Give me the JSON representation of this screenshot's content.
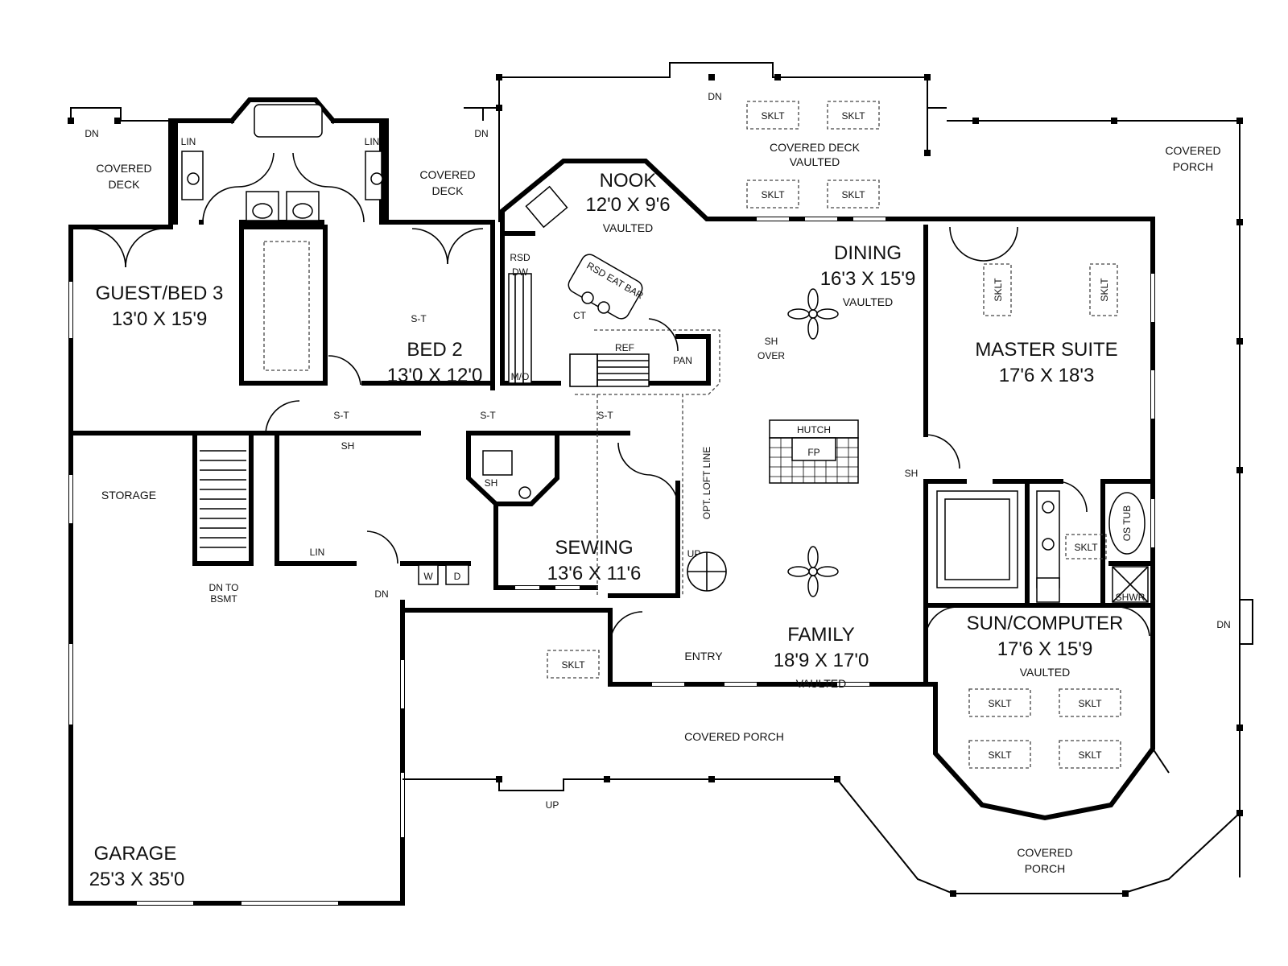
{
  "rooms": {
    "guest_bed3": {
      "name": "GUEST/BED 3",
      "dims": "13'0 X 15'9"
    },
    "bed2": {
      "name": "BED 2",
      "dims": "13'0 X 12'0"
    },
    "nook": {
      "name": "NOOK",
      "dims": "12'0 X 9'6",
      "note": "VAULTED"
    },
    "dining": {
      "name": "DINING",
      "dims": "16'3 X 15'9",
      "note": "VAULTED"
    },
    "master": {
      "name": "MASTER SUITE",
      "dims": "17'6 X 18'3"
    },
    "sewing": {
      "name": "SEWING",
      "dims": "13'6 X 11'6"
    },
    "family": {
      "name": "FAMILY",
      "dims": "18'9 X 17'0",
      "note": "VAULTED"
    },
    "sun": {
      "name": "SUN/COMPUTER",
      "dims": "17'6 X 15'9",
      "note": "VAULTED"
    },
    "garage": {
      "name": "GARAGE",
      "dims": "25'3 X 35'0"
    }
  },
  "labels": {
    "covered_deck": "COVERED DECK",
    "covered_deck_vaulted": "COVERED DECK",
    "vaulted": "VAULTED",
    "covered_porch": "COVERED PORCH",
    "covered": "COVERED",
    "porch": "PORCH",
    "deck": "DECK",
    "storage": "STORAGE",
    "entry": "ENTRY",
    "dn": "DN",
    "up": "UP",
    "sklt": "SKLT",
    "lin": "LIN",
    "sh": "SH",
    "st": "S-T",
    "ref": "REF",
    "pan": "PAN",
    "rsd": "RSD",
    "dw": "DW",
    "mo": "M/O",
    "ct": "CT",
    "rsd_eat_bar": "RSD EAT BAR",
    "sh_over_1": "SH",
    "sh_over_2": "OVER",
    "hutch": "HUTCH",
    "fp": "FP",
    "opt_loft_line": "OPT. LOFT LINE",
    "w": "W",
    "d": "D",
    "dn_to": "DN TO",
    "bsmt": "BSMT",
    "os_tub": "OS TUB",
    "shwr": "SHWR"
  }
}
